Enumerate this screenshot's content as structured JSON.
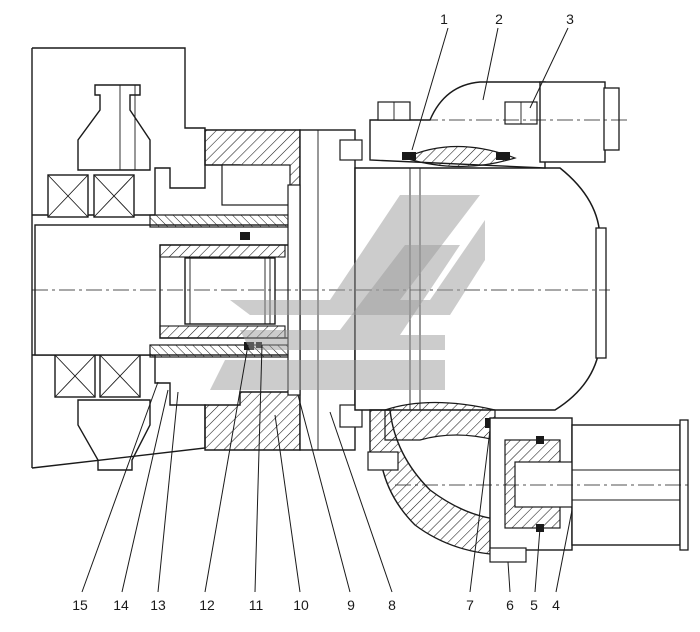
{
  "diagram": {
    "callouts": [
      {
        "id": "1",
        "label": "1"
      },
      {
        "id": "2",
        "label": "2"
      },
      {
        "id": "3",
        "label": "3"
      },
      {
        "id": "4",
        "label": "4"
      },
      {
        "id": "5",
        "label": "5"
      },
      {
        "id": "6",
        "label": "6"
      },
      {
        "id": "7",
        "label": "7"
      },
      {
        "id": "8",
        "label": "8"
      },
      {
        "id": "9",
        "label": "9"
      },
      {
        "id": "10",
        "label": "10"
      },
      {
        "id": "11",
        "label": "11"
      },
      {
        "id": "12",
        "label": "12"
      },
      {
        "id": "13",
        "label": "13"
      },
      {
        "id": "14",
        "label": "14"
      },
      {
        "id": "15",
        "label": "15"
      }
    ]
  },
  "colors": {
    "ink": "#1a1a1a",
    "background": "#ffffff",
    "watermark": "#9a9a9a"
  }
}
